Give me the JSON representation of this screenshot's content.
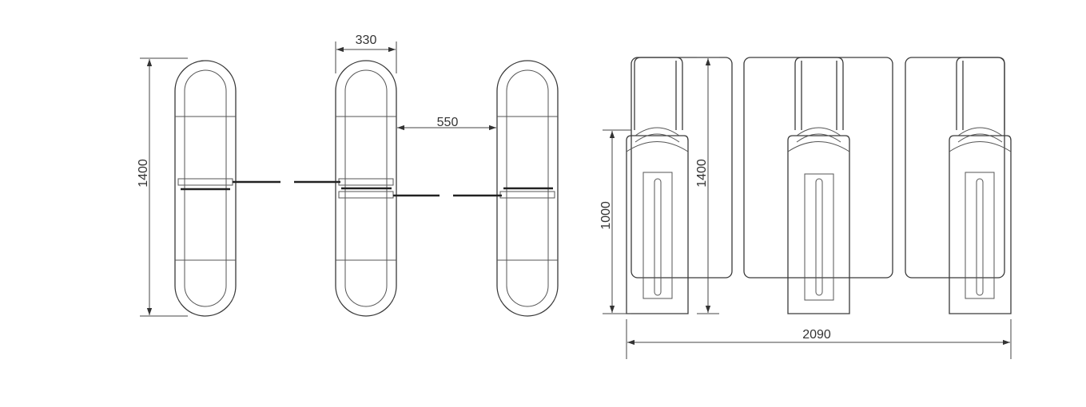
{
  "dimensions": {
    "top_height": "1400",
    "cabinet_width": "330",
    "passage_width": "550",
    "front_height": "1400",
    "body_height": "1000",
    "total_width": "2090"
  },
  "colors": {
    "line": "#3a3a3a",
    "arm": "#222222",
    "dimension": "#444444"
  }
}
